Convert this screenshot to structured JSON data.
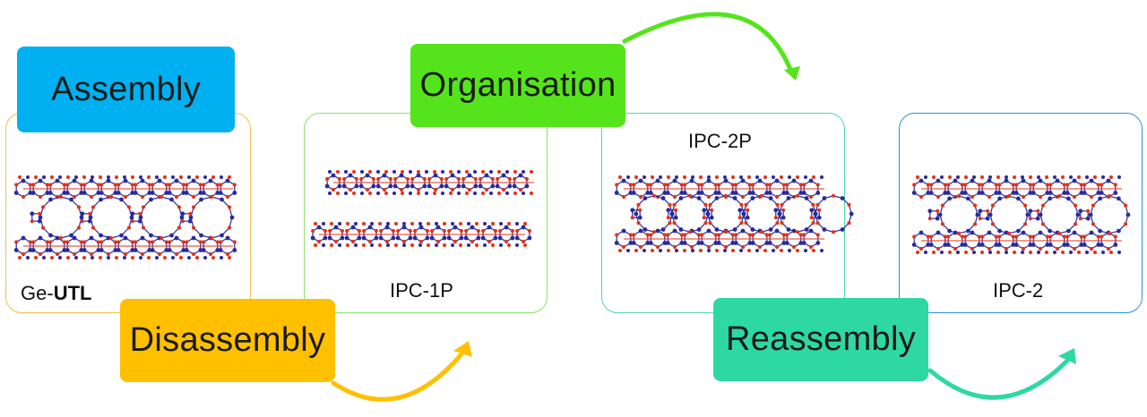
{
  "colors": {
    "assembly": "#00b0f0",
    "disassembly": "#ffc000",
    "organisation": "#55e41c",
    "reassembly": "#2ed8a3",
    "panel_utl": "#f0c04a",
    "panel_ipc1p": "#8fe06a",
    "panel_ipc2p": "#4fd8b0",
    "panel_ipc2": "#2f8fd8",
    "atom_o": "#e0331a",
    "atom_t": "#2a2a9c"
  },
  "stages": {
    "assembly": "Assembly",
    "disassembly": "Disassembly",
    "organisation": "Organisation",
    "reassembly": "Reassembly"
  },
  "panels": {
    "utl": {
      "prefix": "Ge-",
      "bold": "UTL"
    },
    "ipc1p": {
      "label": "IPC-1P"
    },
    "ipc2p": {
      "label": "IPC-2P"
    },
    "ipc2": {
      "label": "IPC-2"
    }
  },
  "icons": [
    "curved-arrow-icon",
    "framework-structure-icon"
  ]
}
